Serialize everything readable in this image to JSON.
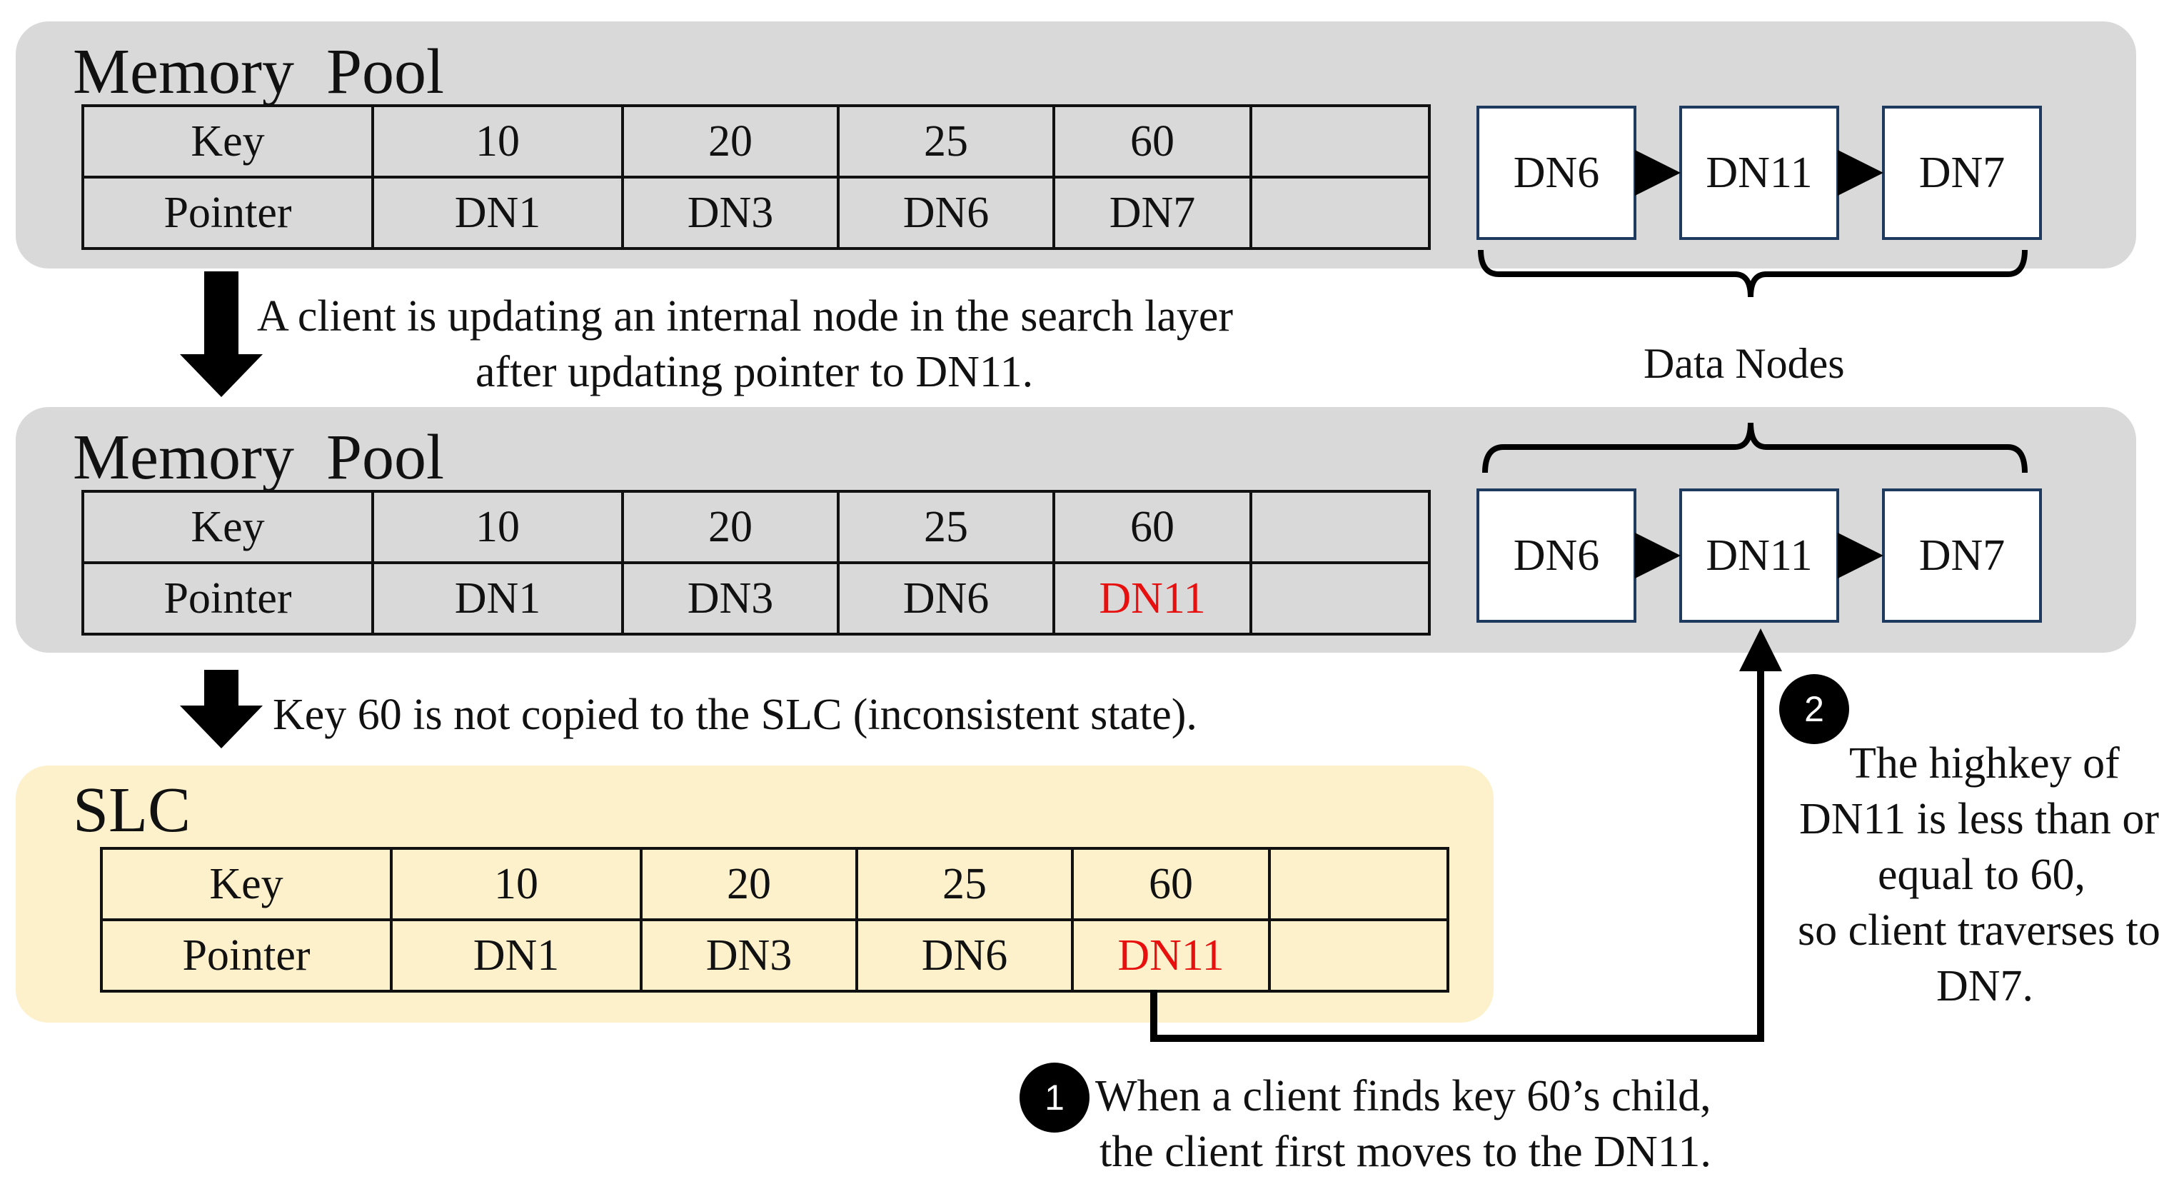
{
  "pool_title": "Memory  Pool",
  "slc_title": "SLC",
  "tables": {
    "top": {
      "header": [
        "Key",
        "10",
        "20",
        "25",
        "60",
        ""
      ],
      "row": [
        "Pointer",
        "DN1",
        "DN3",
        "DN6",
        "DN7",
        ""
      ]
    },
    "middle": {
      "header": [
        "Key",
        "10",
        "20",
        "25",
        "60",
        ""
      ],
      "row": [
        "Pointer",
        "DN1",
        "DN3",
        "DN6",
        "DN11",
        ""
      ]
    },
    "slc": {
      "header": [
        "Key",
        "10",
        "20",
        "25",
        "60",
        ""
      ],
      "row": [
        "Pointer",
        "DN1",
        "DN3",
        "DN6",
        "DN11",
        ""
      ]
    }
  },
  "data_nodes": [
    "DN6",
    "DN11",
    "DN7"
  ],
  "data_nodes_label": "Data Nodes",
  "step_texts": {
    "update_line1": "A client is updating an internal node in the search layer",
    "update_line2": "after updating pointer to DN11.",
    "not_copied": "Key 60 is not copied to the SLC (inconsistent state)."
  },
  "step1": {
    "number": "1",
    "line1": "When a client finds key 60’s child,",
    "line2": "the client first moves to the DN11."
  },
  "step2": {
    "number": "2",
    "lines": [
      "The highkey of",
      "DN11 is less than or",
      "equal to 60,",
      "so client traverses to",
      "DN7."
    ]
  },
  "colors": {
    "pool_bg": "#d9d9d9",
    "slc_bg": "#fdf1cc",
    "highlight": "#e8100f",
    "node_border": "#1f3a5f"
  }
}
